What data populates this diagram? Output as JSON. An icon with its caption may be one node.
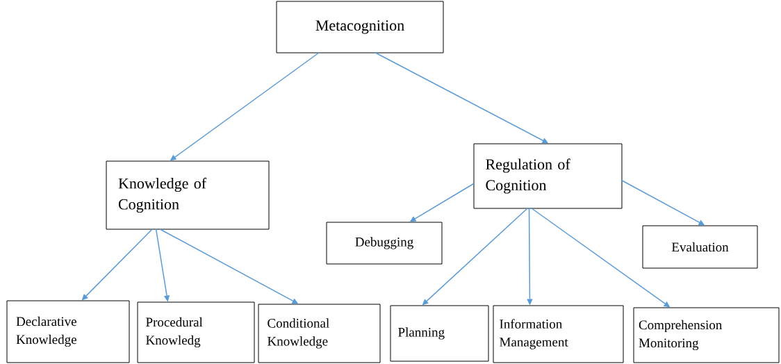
{
  "diagram": {
    "nodes": [
      {
        "text": [
          "Metacognition"
        ]
      },
      {
        "text": [
          "Knowledge of Cognition"
        ]
      },
      {
        "text": [
          "Regulation of Cognition"
        ]
      },
      {
        "text": [
          "Debugging"
        ]
      },
      {
        "text": [
          "Evaluation"
        ]
      },
      {
        "text": [
          "Declarative Knowledge"
        ]
      },
      {
        "text": [
          "Procedural Knowledg"
        ]
      },
      {
        "text": [
          "Conditional Knowledge"
        ]
      },
      {
        "text": [
          "Planning"
        ]
      },
      {
        "text": [
          "Information Management"
        ]
      },
      {
        "text": [
          "Comprehension Monitoring"
        ]
      }
    ],
    "edges": [
      {
        "from": 0,
        "to": 1,
        "arrow": "to"
      },
      {
        "from": 0,
        "to": 2,
        "arrow": "to"
      },
      {
        "from": 1,
        "to": 5,
        "arrow": "to"
      },
      {
        "from": 1,
        "to": 6,
        "arrow": "to"
      },
      {
        "from": 1,
        "to": 7,
        "arrow": "to"
      },
      {
        "from": 2,
        "to": 3,
        "arrow": "to"
      },
      {
        "from": 2,
        "to": 4,
        "arrow": "to"
      },
      {
        "from": 2,
        "to": 8,
        "arrow": "to"
      },
      {
        "from": 2,
        "to": 9,
        "arrow": "to"
      },
      {
        "from": 2,
        "to": 10,
        "arrow": "to"
      }
    ]
  }
}
